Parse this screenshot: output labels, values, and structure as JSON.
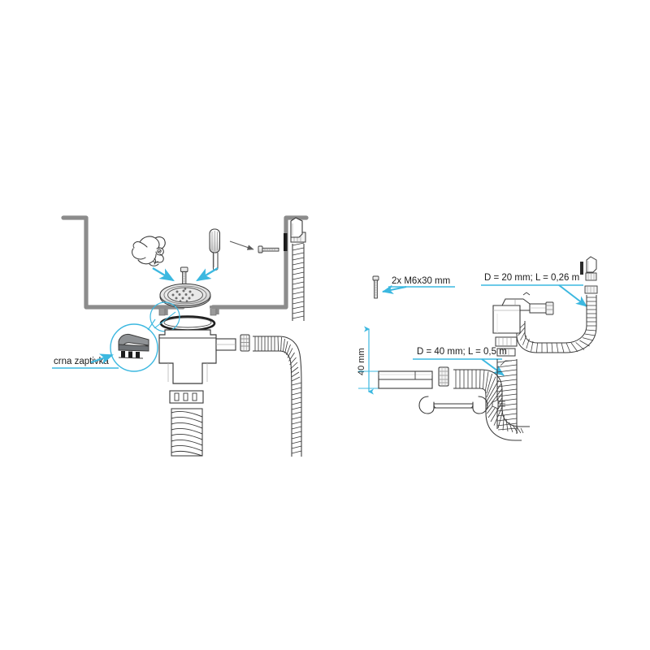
{
  "diagram": {
    "title": "Kitchen sink drain / siphon installation diagram",
    "background_color": "#ffffff",
    "accent_color": "#3cb8e0",
    "outline_color": "#3a3a3a",
    "sink_color": "#8c8c8c",
    "text_color": "#1a1a1a"
  },
  "left_panel": {
    "name": "installation-overview",
    "callout": {
      "label": "crna zaptivka",
      "underline_color": "#3cb8e0",
      "arrow_color": "#3cb8e0",
      "detail_circle": "black-gasket-detail"
    },
    "parts": [
      {
        "name": "sink-basin",
        "label": ""
      },
      {
        "name": "hand-holding-screw",
        "label": ""
      },
      {
        "name": "screwdriver",
        "label": ""
      },
      {
        "name": "vertical-bolt",
        "label": ""
      },
      {
        "name": "horizontal-screw",
        "label": ""
      },
      {
        "name": "sink-strainer-grid",
        "label": ""
      },
      {
        "name": "rubber-o-ring-gasket",
        "label": ""
      },
      {
        "name": "drain-body",
        "label": ""
      },
      {
        "name": "overflow-outlet",
        "label": ""
      },
      {
        "name": "hose-clamp",
        "label": ""
      },
      {
        "name": "corrugated-overflow-hose",
        "label": ""
      },
      {
        "name": "overflow-cover-plate",
        "label": ""
      },
      {
        "name": "nut-collar",
        "label": ""
      },
      {
        "name": "threaded-tailpiece",
        "label": ""
      }
    ]
  },
  "right_panel": {
    "name": "parts-specification",
    "labels": [
      {
        "id": "screws",
        "text": "2x M6x30 mm",
        "arrow": "down-left"
      },
      {
        "id": "small-hose",
        "text": "D = 20 mm; L = 0,26 m",
        "arrow": "down-right"
      },
      {
        "id": "large-hose",
        "text": "D = 40 mm; L = 0,5 m",
        "arrow": "down-right"
      },
      {
        "id": "tube-height",
        "text": "40 mm",
        "arrow": "vertical-dimension",
        "orientation": "vertical"
      }
    ],
    "parts": [
      {
        "name": "m6x30-screw",
        "label": ""
      },
      {
        "name": "overflow-fitting",
        "label": ""
      },
      {
        "name": "siphon-body",
        "label": ""
      },
      {
        "name": "small-corrugated-hose",
        "label": ""
      },
      {
        "name": "straight-tube-40mm",
        "label": ""
      },
      {
        "name": "hose-clamp-ring",
        "label": ""
      },
      {
        "name": "large-corrugated-hose",
        "label": ""
      },
      {
        "name": "double-hook-bracket",
        "label": ""
      },
      {
        "name": "connector-nut",
        "label": ""
      }
    ]
  }
}
